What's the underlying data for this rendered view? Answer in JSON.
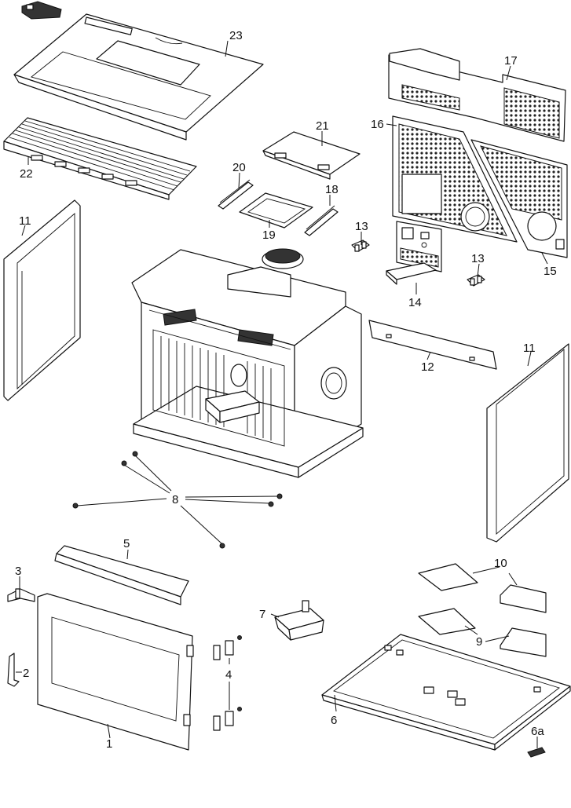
{
  "labels": {
    "p1": "1",
    "p2": "2",
    "p3": "3",
    "p4": "4",
    "p5": "5",
    "p6": "6",
    "p6a": "6a",
    "p7": "7",
    "p8": "8",
    "p9": "9",
    "p10": "10",
    "p11_left": "11",
    "p11_right": "11",
    "p12": "12",
    "p13_left": "13",
    "p13_right": "13",
    "p14": "14",
    "p15": "15",
    "p16": "16",
    "p17": "17",
    "p18": "18",
    "p19": "19",
    "p20": "20",
    "p21": "21",
    "p22": "22",
    "p23": "23"
  }
}
